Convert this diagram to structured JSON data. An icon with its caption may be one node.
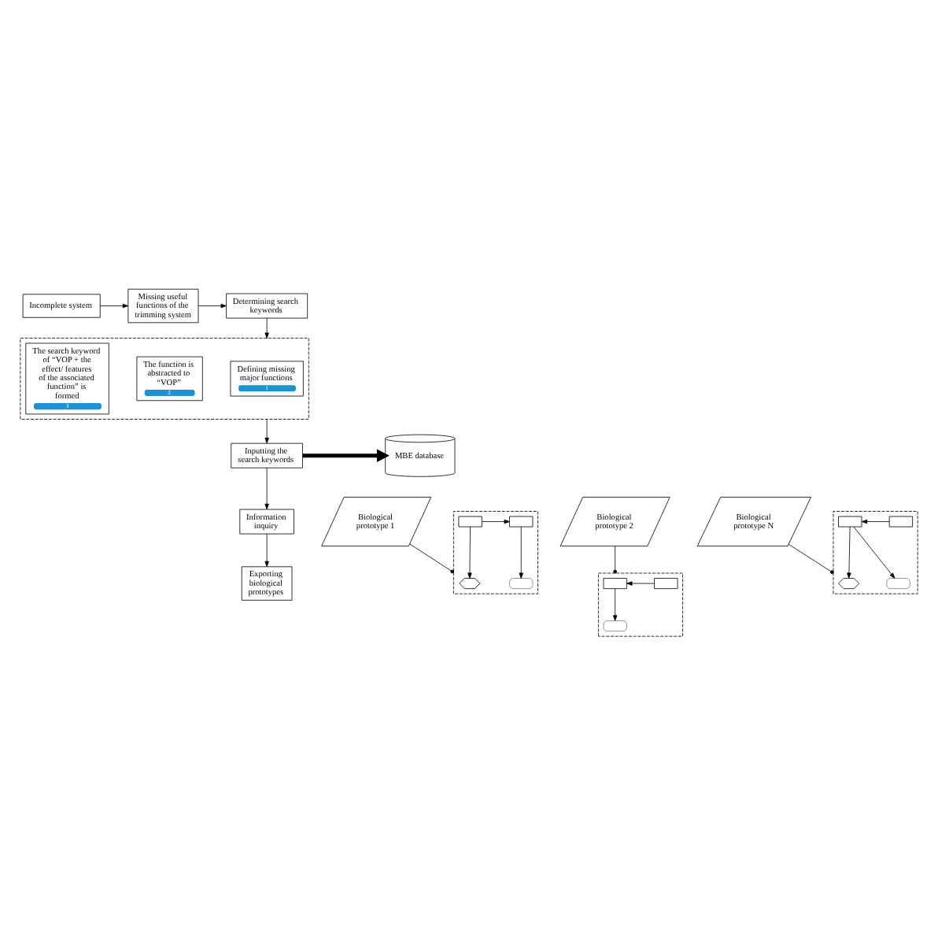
{
  "diagram": {
    "nodes": [
      {
        "text": [
          "Incomplete system"
        ]
      },
      {
        "text": [
          "Missing useful functions of the trimming system"
        ]
      },
      {
        "text": [
          "Determining search keywords"
        ]
      },
      {
        "text": [],
        "shape": "box"
      },
      {
        "text": [
          "Defining missing major functions",
          "1"
        ],
        "in": 3
      },
      {
        "text": [
          "The function is abstracted to “VOP”",
          "2"
        ],
        "in": 3
      },
      {
        "text": [
          "The search keyword of “VOP + the effect/ features of the associated function” is formed",
          "3"
        ],
        "in": 3
      },
      {
        "text": [
          "Inputting the search keywords"
        ]
      },
      {
        "text": [
          "MBE database"
        ]
      },
      {
        "text": [
          "Information inquiry"
        ]
      },
      {
        "text": [
          "Exporting biological prototypes"
        ]
      },
      {
        "text": [
          "Biological prototype 1"
        ]
      },
      {
        "text": [
          "Biological prototype 2"
        ]
      },
      {
        "text": [
          "Biological prototype N"
        ]
      },
      {
        "text": [],
        "shape": "box"
      },
      {
        "text": [],
        "shape": "hexagon",
        "in": 14
      },
      {
        "text": [],
        "shape": "box",
        "in": 14
      },
      {
        "text": [],
        "shape": "box",
        "in": 14
      },
      {
        "text": [],
        "shape": "box",
        "in": 14
      },
      {
        "text": [],
        "shape": "box"
      },
      {
        "text": [],
        "shape": "box",
        "in": 19
      },
      {
        "text": [],
        "shape": "box",
        "in": 19
      },
      {
        "text": [],
        "shape": "box",
        "in": 19
      },
      {
        "text": [],
        "shape": "box"
      },
      {
        "text": [],
        "shape": "hexagon",
        "in": 23
      },
      {
        "text": [],
        "shape": "box",
        "in": 23
      },
      {
        "text": [],
        "shape": "box",
        "in": 23
      },
      {
        "text": [],
        "shape": "box",
        "in": 23
      }
    ],
    "edges": [
      {
        "from": 0,
        "to": 1,
        "arrow": "to"
      },
      {
        "from": 1,
        "to": 2,
        "arrow": "to"
      },
      {
        "from": 2,
        "to": 3,
        "arrow": "to"
      },
      {
        "from": 3,
        "to": 7,
        "arrow": "to"
      },
      {
        "from": 7,
        "to": 8,
        "arrow": "to",
        "style": "thick"
      },
      {
        "from": 7,
        "to": 9,
        "arrow": "to"
      },
      {
        "from": 9,
        "to": 10,
        "arrow": "to"
      },
      {
        "from": 11,
        "to": 14,
        "arrow": "other"
      },
      {
        "from": 12,
        "to": 19,
        "arrow": "other"
      },
      {
        "from": 13,
        "to": 23,
        "arrow": "other"
      },
      {
        "from": 17,
        "to": 16,
        "arrow": "to"
      },
      {
        "from": 17,
        "to": 15,
        "arrow": "to"
      },
      {
        "from": 16,
        "to": 18,
        "arrow": "to"
      },
      {
        "from": 21,
        "to": 20,
        "arrow": "to"
      },
      {
        "from": 20,
        "to": 22,
        "arrow": "to"
      },
      {
        "from": 26,
        "to": 25,
        "arrow": "to"
      },
      {
        "from": 25,
        "to": 24,
        "arrow": "to"
      },
      {
        "from": 25,
        "to": 27,
        "arrow": "to"
      }
    ]
  }
}
